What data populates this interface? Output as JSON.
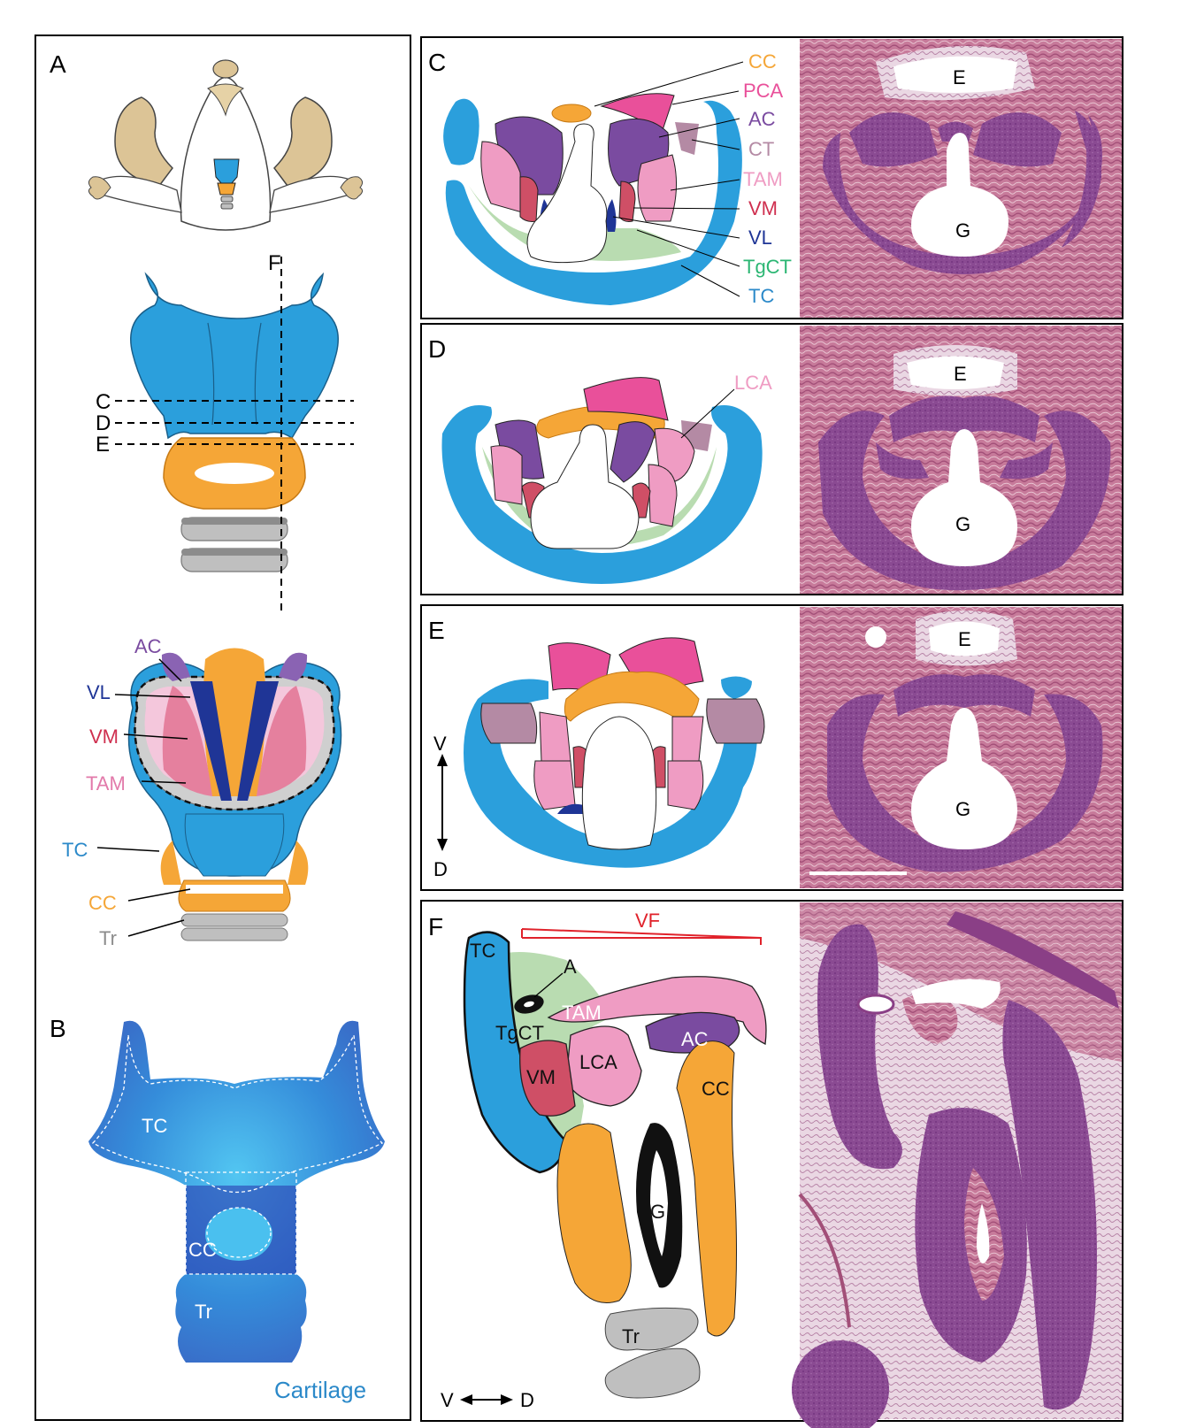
{
  "panels": {
    "A": {
      "letter": "A",
      "section_lines": [
        "C",
        "D",
        "E",
        "F"
      ],
      "labels": {
        "AC": "AC",
        "VL": "VL",
        "VM": "VM",
        "TAM": "TAM",
        "TC": "TC",
        "CC": "CC",
        "Tr": "Tr"
      }
    },
    "B": {
      "letter": "B",
      "labels": {
        "TC": "TC",
        "CC": "CC",
        "Tr": "Tr"
      },
      "caption": "Cartilage"
    },
    "C": {
      "letter": "C",
      "labels": [
        "CC",
        "PCA",
        "AC",
        "CT",
        "TAM",
        "VM",
        "VL",
        "TgCT",
        "TC"
      ],
      "histology": {
        "E": "E",
        "G": "G"
      }
    },
    "D": {
      "letter": "D",
      "labels": [
        "LCA"
      ],
      "histology": {
        "E": "E",
        "G": "G"
      }
    },
    "E": {
      "letter": "E",
      "axis": {
        "top": "V",
        "bottom": "D"
      },
      "histology": {
        "E": "E",
        "G": "G"
      }
    },
    "F": {
      "letter": "F",
      "vf": "VF",
      "labels": {
        "TC": "TC",
        "A": "A",
        "TgCT": "TgCT",
        "TAM": "TAM",
        "AC": "AC",
        "VM": "VM",
        "LCA": "LCA",
        "CC": "CC",
        "G": "G",
        "Tr": "Tr"
      },
      "axis": {
        "left": "V",
        "right": "D"
      }
    }
  },
  "colors": {
    "TC": "#2b9fdc",
    "CC": "#f5a637",
    "PCA": "#e9509a",
    "AC": "#7a4ba0",
    "CT": "#b48aa4",
    "TAM": "#ef9cc3",
    "LCA": "#ef9cc3",
    "VM": "#cf4f66",
    "VL": "#1f3596",
    "TgCT": "#b9dcb1",
    "Tr": "#bfbfbf",
    "histology": "#8a3f86",
    "VF": "#e0222b",
    "label_TgCT": "#2bb673",
    "label_Tr": "#8c8c8c"
  }
}
